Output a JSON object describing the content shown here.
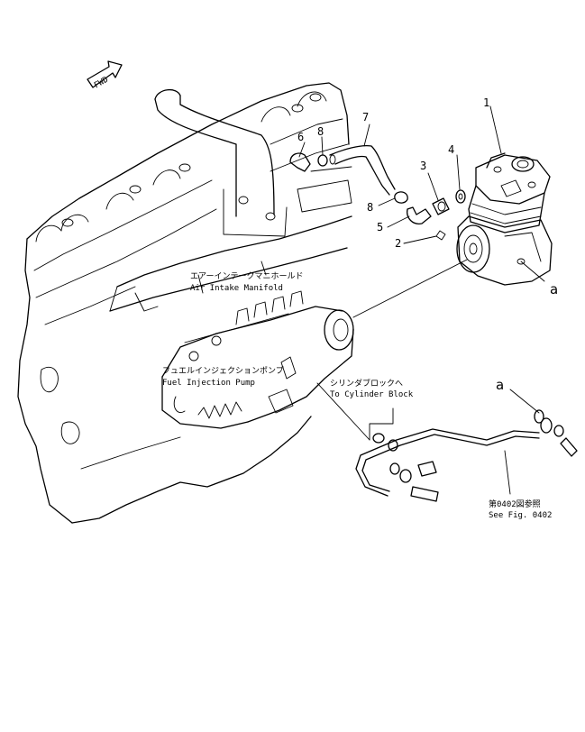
{
  "fwd_label": "FWD",
  "callouts": {
    "p1": "1",
    "p2": "2",
    "p3": "3",
    "p4": "4",
    "p5": "5",
    "p6": "6",
    "p7": "7",
    "p8a": "8",
    "p8b": "8",
    "a1": "a",
    "a2": "a"
  },
  "labels": {
    "manifold_jp": "エアーインテークマニホールド",
    "manifold_en": "Air Intake Manifold",
    "pump_jp": "フュエルインジェクションポンプ",
    "pump_en": "Fuel Injection Pump",
    "cylinder_jp": "シリンダブロックへ",
    "cylinder_en": "To Cylinder Block",
    "seefig_jp": "第0402図参照",
    "seefig_en": "See Fig. 0402"
  },
  "icons": {
    "fwd": "fwd-arrow-icon"
  }
}
